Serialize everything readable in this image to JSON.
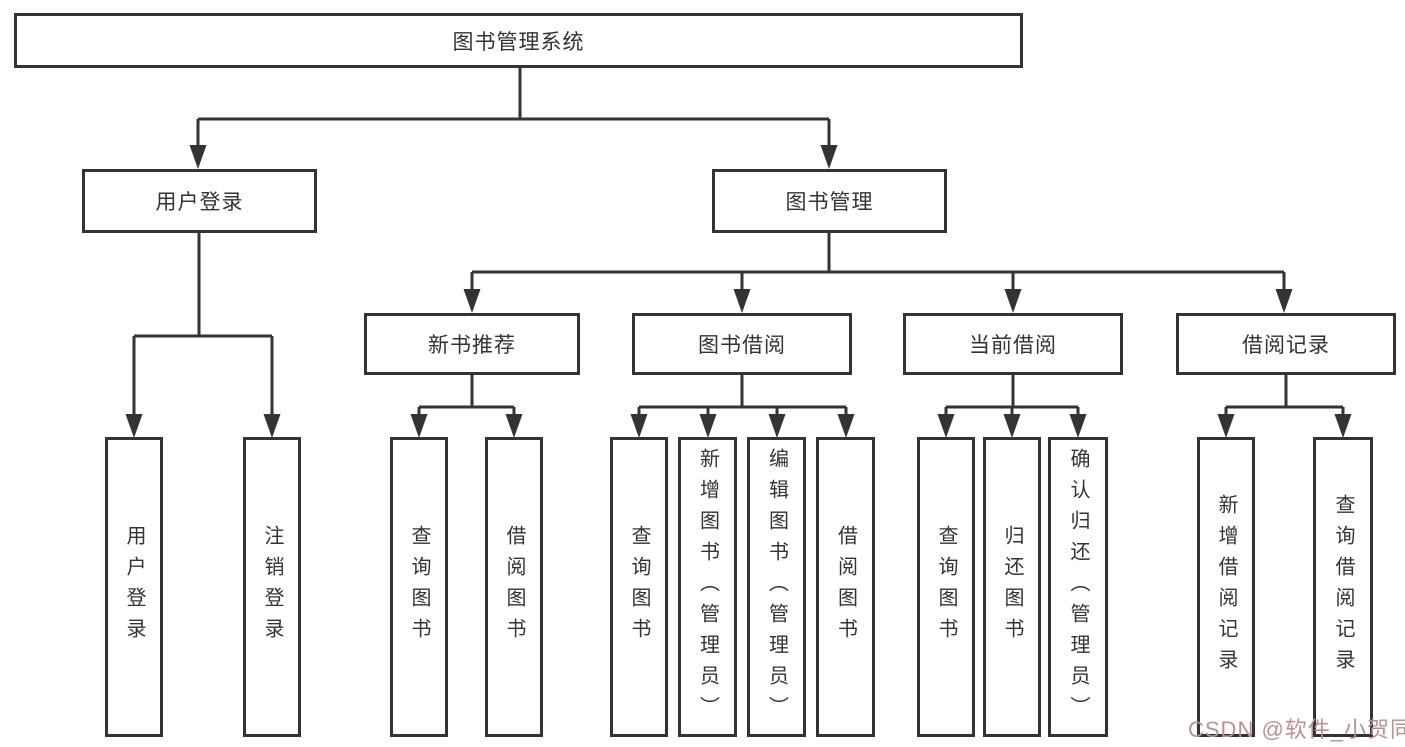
{
  "tree": {
    "root": "图书管理系统",
    "branches": [
      {
        "label": "用户登录",
        "children": [
          "用户登录",
          "注销登录"
        ]
      },
      {
        "label": "图书管理",
        "groups": [
          {
            "label": "新书推荐",
            "children": [
              "查询图书",
              "借阅图书"
            ]
          },
          {
            "label": "图书借阅",
            "children": [
              "查询图书",
              "新增图书（管理员）",
              "编辑图书（管理员）",
              "借阅图书"
            ]
          },
          {
            "label": "当前借阅",
            "children": [
              "查询图书",
              "归还图书",
              "确认归还（管理员）"
            ]
          },
          {
            "label": "借阅记录",
            "children": [
              "新增借阅记录",
              "查询借阅记录"
            ]
          }
        ]
      }
    ]
  },
  "watermark": {
    "text": "CSDN @软件_小贺同学",
    "color": "#b99191"
  },
  "colors": {
    "line": "#333333",
    "box_border": "#333333",
    "box_fill": "#ffffff",
    "text": "#333333",
    "background": "#ffffff"
  }
}
